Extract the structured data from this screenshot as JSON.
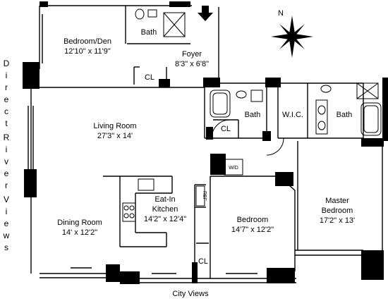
{
  "rooms": {
    "bedroom_den": {
      "name": "Bedroom/Den",
      "size": "12'10\" x 11'9\""
    },
    "bath_top": {
      "name": "Bath"
    },
    "foyer": {
      "name": "Foyer",
      "size": "8'3\" x 6'8\""
    },
    "closet_den": {
      "name": "CL"
    },
    "living_room": {
      "name": "Living Room",
      "size": "27'3\" x 14'"
    },
    "bath_mid": {
      "name": "Bath"
    },
    "closet_mid": {
      "name": "CL"
    },
    "wic": {
      "name": "W.I.C."
    },
    "bath_master": {
      "name": "Bath"
    },
    "washer_dryer": {
      "name": "W/D"
    },
    "refrigerator": {
      "name": "REF"
    },
    "kitchen": {
      "name_line1": "Eat-In",
      "name_line2": "Kitchen",
      "size": "14'2\" x 12'4\""
    },
    "dining_room": {
      "name": "Dining Room",
      "size": "14' x 12'2\""
    },
    "bedroom": {
      "name": "Bedroom",
      "size": "14'7\" x 12'2\""
    },
    "closet_bed": {
      "name": "CL"
    },
    "master_bedroom": {
      "name_line1": "Master",
      "name_line2": "Bedroom",
      "size": "17'2\" x 13'"
    }
  },
  "views": {
    "city": "City Views",
    "river": [
      "D",
      "i",
      "r",
      "e",
      "c",
      "t",
      "R",
      "i",
      "v",
      "e",
      "r",
      "V",
      "i",
      "e",
      "w",
      "s"
    ]
  },
  "compass": {
    "label": "N"
  },
  "colors": {
    "wall": "#000000",
    "line": "#000000",
    "background": "#ffffff"
  }
}
